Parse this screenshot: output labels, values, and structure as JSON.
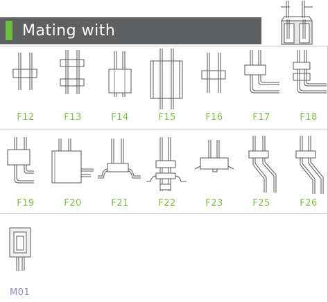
{
  "header": {
    "title": "Mating with",
    "accent_color": "#6cbd3f",
    "bar_color": "#5f6062",
    "icon": "connector-cross-section-icon"
  },
  "rows": [
    {
      "items": [
        {
          "label": "F12",
          "icon": "pin-header-straight-icon"
        },
        {
          "label": "F13",
          "icon": "pin-header-double-spacer-icon"
        },
        {
          "label": "F14",
          "icon": "pin-header-tall-body-icon"
        },
        {
          "label": "F15",
          "icon": "pin-header-block-icon"
        },
        {
          "label": "F16",
          "icon": "pin-header-short-icon"
        },
        {
          "label": "F17",
          "icon": "pin-header-right-angle-icon"
        },
        {
          "label": "F18",
          "icon": "pin-header-right-angle-double-icon"
        }
      ]
    },
    {
      "items": [
        {
          "label": "F19",
          "icon": "pin-header-angled-box-icon"
        },
        {
          "label": "F20",
          "icon": "pin-header-angled-block-icon"
        },
        {
          "label": "F21",
          "icon": "pin-header-smd-gullwing-icon"
        },
        {
          "label": "F22",
          "icon": "pin-header-smd-stacked-icon"
        },
        {
          "label": "F23",
          "icon": "pin-header-smd-flat-icon"
        },
        {
          "label": "F25",
          "icon": "pin-header-offset-bent-icon"
        },
        {
          "label": "F26",
          "icon": "pin-header-offset-bent-long-icon"
        }
      ]
    },
    {
      "items": [
        {
          "label": "M01",
          "icon": "socket-housing-icon"
        }
      ]
    }
  ],
  "label_colors": {
    "f_series": "#7fbf3f",
    "m_series": "#8a84c2"
  }
}
